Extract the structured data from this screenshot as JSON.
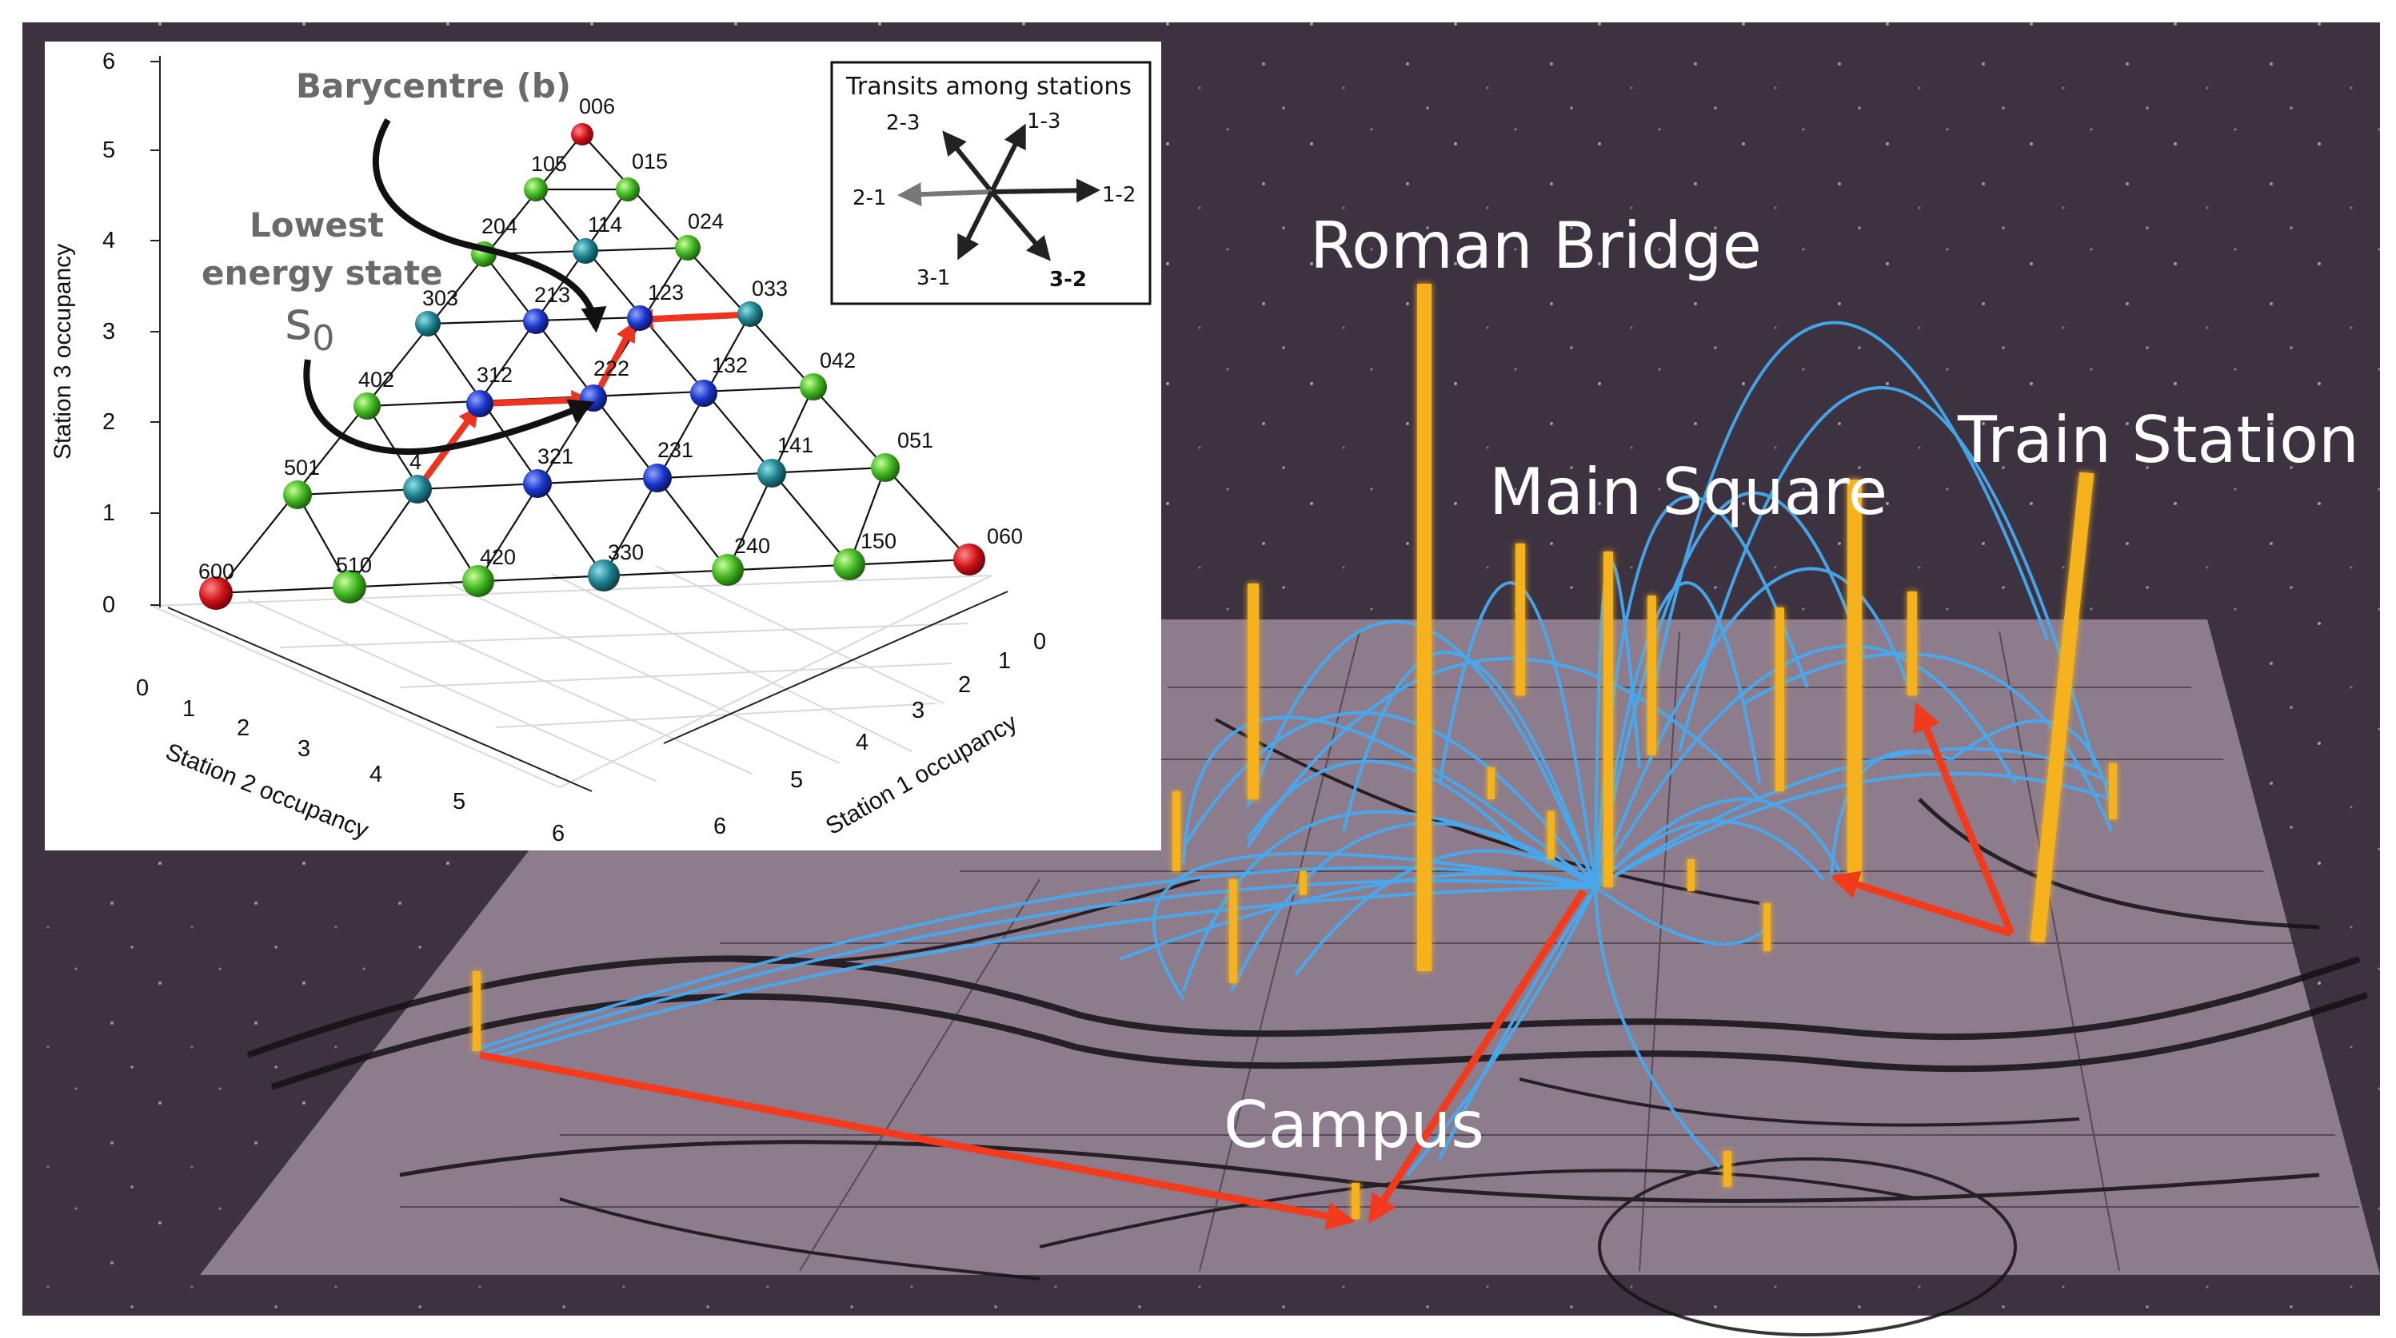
{
  "map_view": {
    "places": {
      "roman_bridge": "Roman Bridge",
      "main_square": "Main Square",
      "train_station": "Train Station",
      "campus": "Campus"
    },
    "colors": {
      "background": "#3d3340",
      "map_surface": "#8d7c8c",
      "transit_arcs": "#46aaf2",
      "occupancy_bars": "#f5b21c",
      "path_arrows": "#f23a1c"
    }
  },
  "inset": {
    "title_barycentre": "Barycentre (b)",
    "title_lowest_1": "Lowest",
    "title_lowest_2": "energy state",
    "symbol_state": "s",
    "symbol_subscript": "0",
    "axis_z_label": "Station 3 occupancy",
    "axis_y_label": "Station 2 occupancy",
    "axis_x_label": "Station 1 occupancy",
    "z_ticks": [
      "0",
      "1",
      "2",
      "3",
      "4",
      "5",
      "6"
    ],
    "y_ticks": [
      "0",
      "1",
      "2",
      "3",
      "4",
      "5",
      "6"
    ],
    "x_ticks": [
      "0",
      "1",
      "2",
      "3",
      "4",
      "5",
      "6"
    ],
    "node_labels": {
      "n006": "006",
      "n105": "105",
      "n015": "015",
      "n204": "204",
      "n114": "114",
      "n024": "024",
      "n303": "303",
      "n213": "213",
      "n123": "123",
      "n033": "033",
      "n402": "402",
      "n312": "312",
      "n222": "222",
      "n132": "132",
      "n042": "042",
      "n501": "501",
      "n4": "4",
      "n321": "321",
      "n231": "231",
      "n141": "141",
      "n051": "051",
      "n600": "600",
      "n510": "510",
      "n420": "420",
      "n330": "330",
      "n240": "240",
      "n150": "150",
      "n060": "060"
    },
    "legend": {
      "title": "Transits among stations",
      "d23": "2-3",
      "d13": "1-3",
      "d21": "2-1",
      "d12": "1-2",
      "d31": "3-1",
      "d32": "3-2"
    },
    "colors": {
      "corner": "#d0121a",
      "edge": "#3fb520",
      "teal": "#1d7f8c",
      "center": "#1a35c8",
      "path": "#ee3320"
    }
  }
}
